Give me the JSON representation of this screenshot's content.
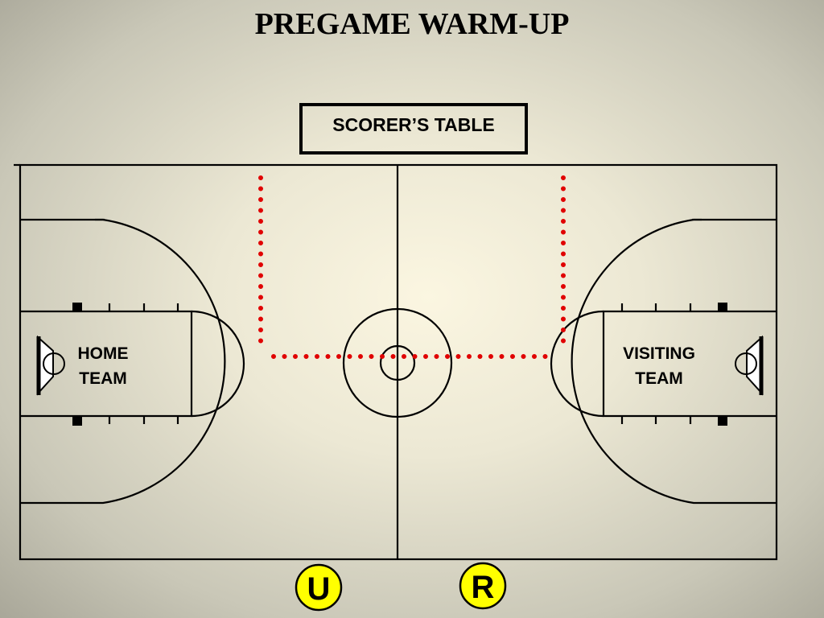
{
  "title": "PREGAME WARM-UP",
  "scorers_table": "SCORER’S TABLE",
  "home_team": {
    "line1": "HOME",
    "line2": "TEAM"
  },
  "visiting_team": {
    "line1": "VISITING",
    "line2": "TEAM"
  },
  "markers": {
    "left": "U",
    "right": "R"
  },
  "colors": {
    "court_lines": "#000000",
    "path": "#e00000",
    "marker_fill": "#ffff00"
  },
  "icons": [
    "basket-hoop-icon"
  ]
}
